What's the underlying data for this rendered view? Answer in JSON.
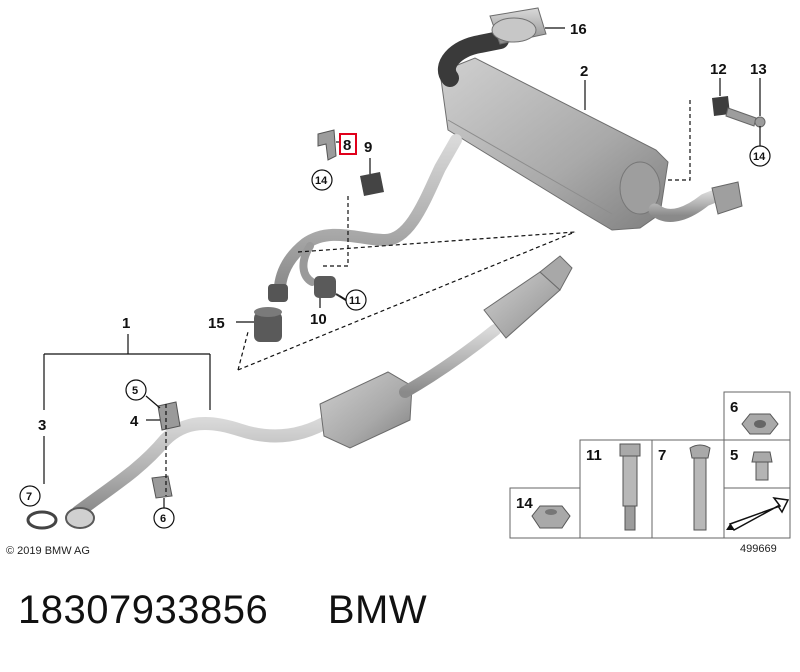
{
  "diagram": {
    "copyright": "© 2019 BMW AG",
    "drawing_number": "499669",
    "callouts": {
      "c1": "1",
      "c2": "2",
      "c3": "3",
      "c4": "4",
      "c5": "5",
      "c6": "6",
      "c7": "7",
      "c8": "8",
      "c9": "9",
      "c10": "10",
      "c11": "11",
      "c12": "12",
      "c13": "13",
      "c14": "14",
      "c15": "15",
      "c16": "16"
    },
    "highlighted_callout": "8",
    "highlight_color": "#e0001b",
    "parts_table": {
      "p6": "6",
      "p11": "11",
      "p7": "7",
      "p5": "5",
      "p14": "14"
    }
  },
  "footer": {
    "part_number": "18307933856",
    "brand": "BMW"
  }
}
